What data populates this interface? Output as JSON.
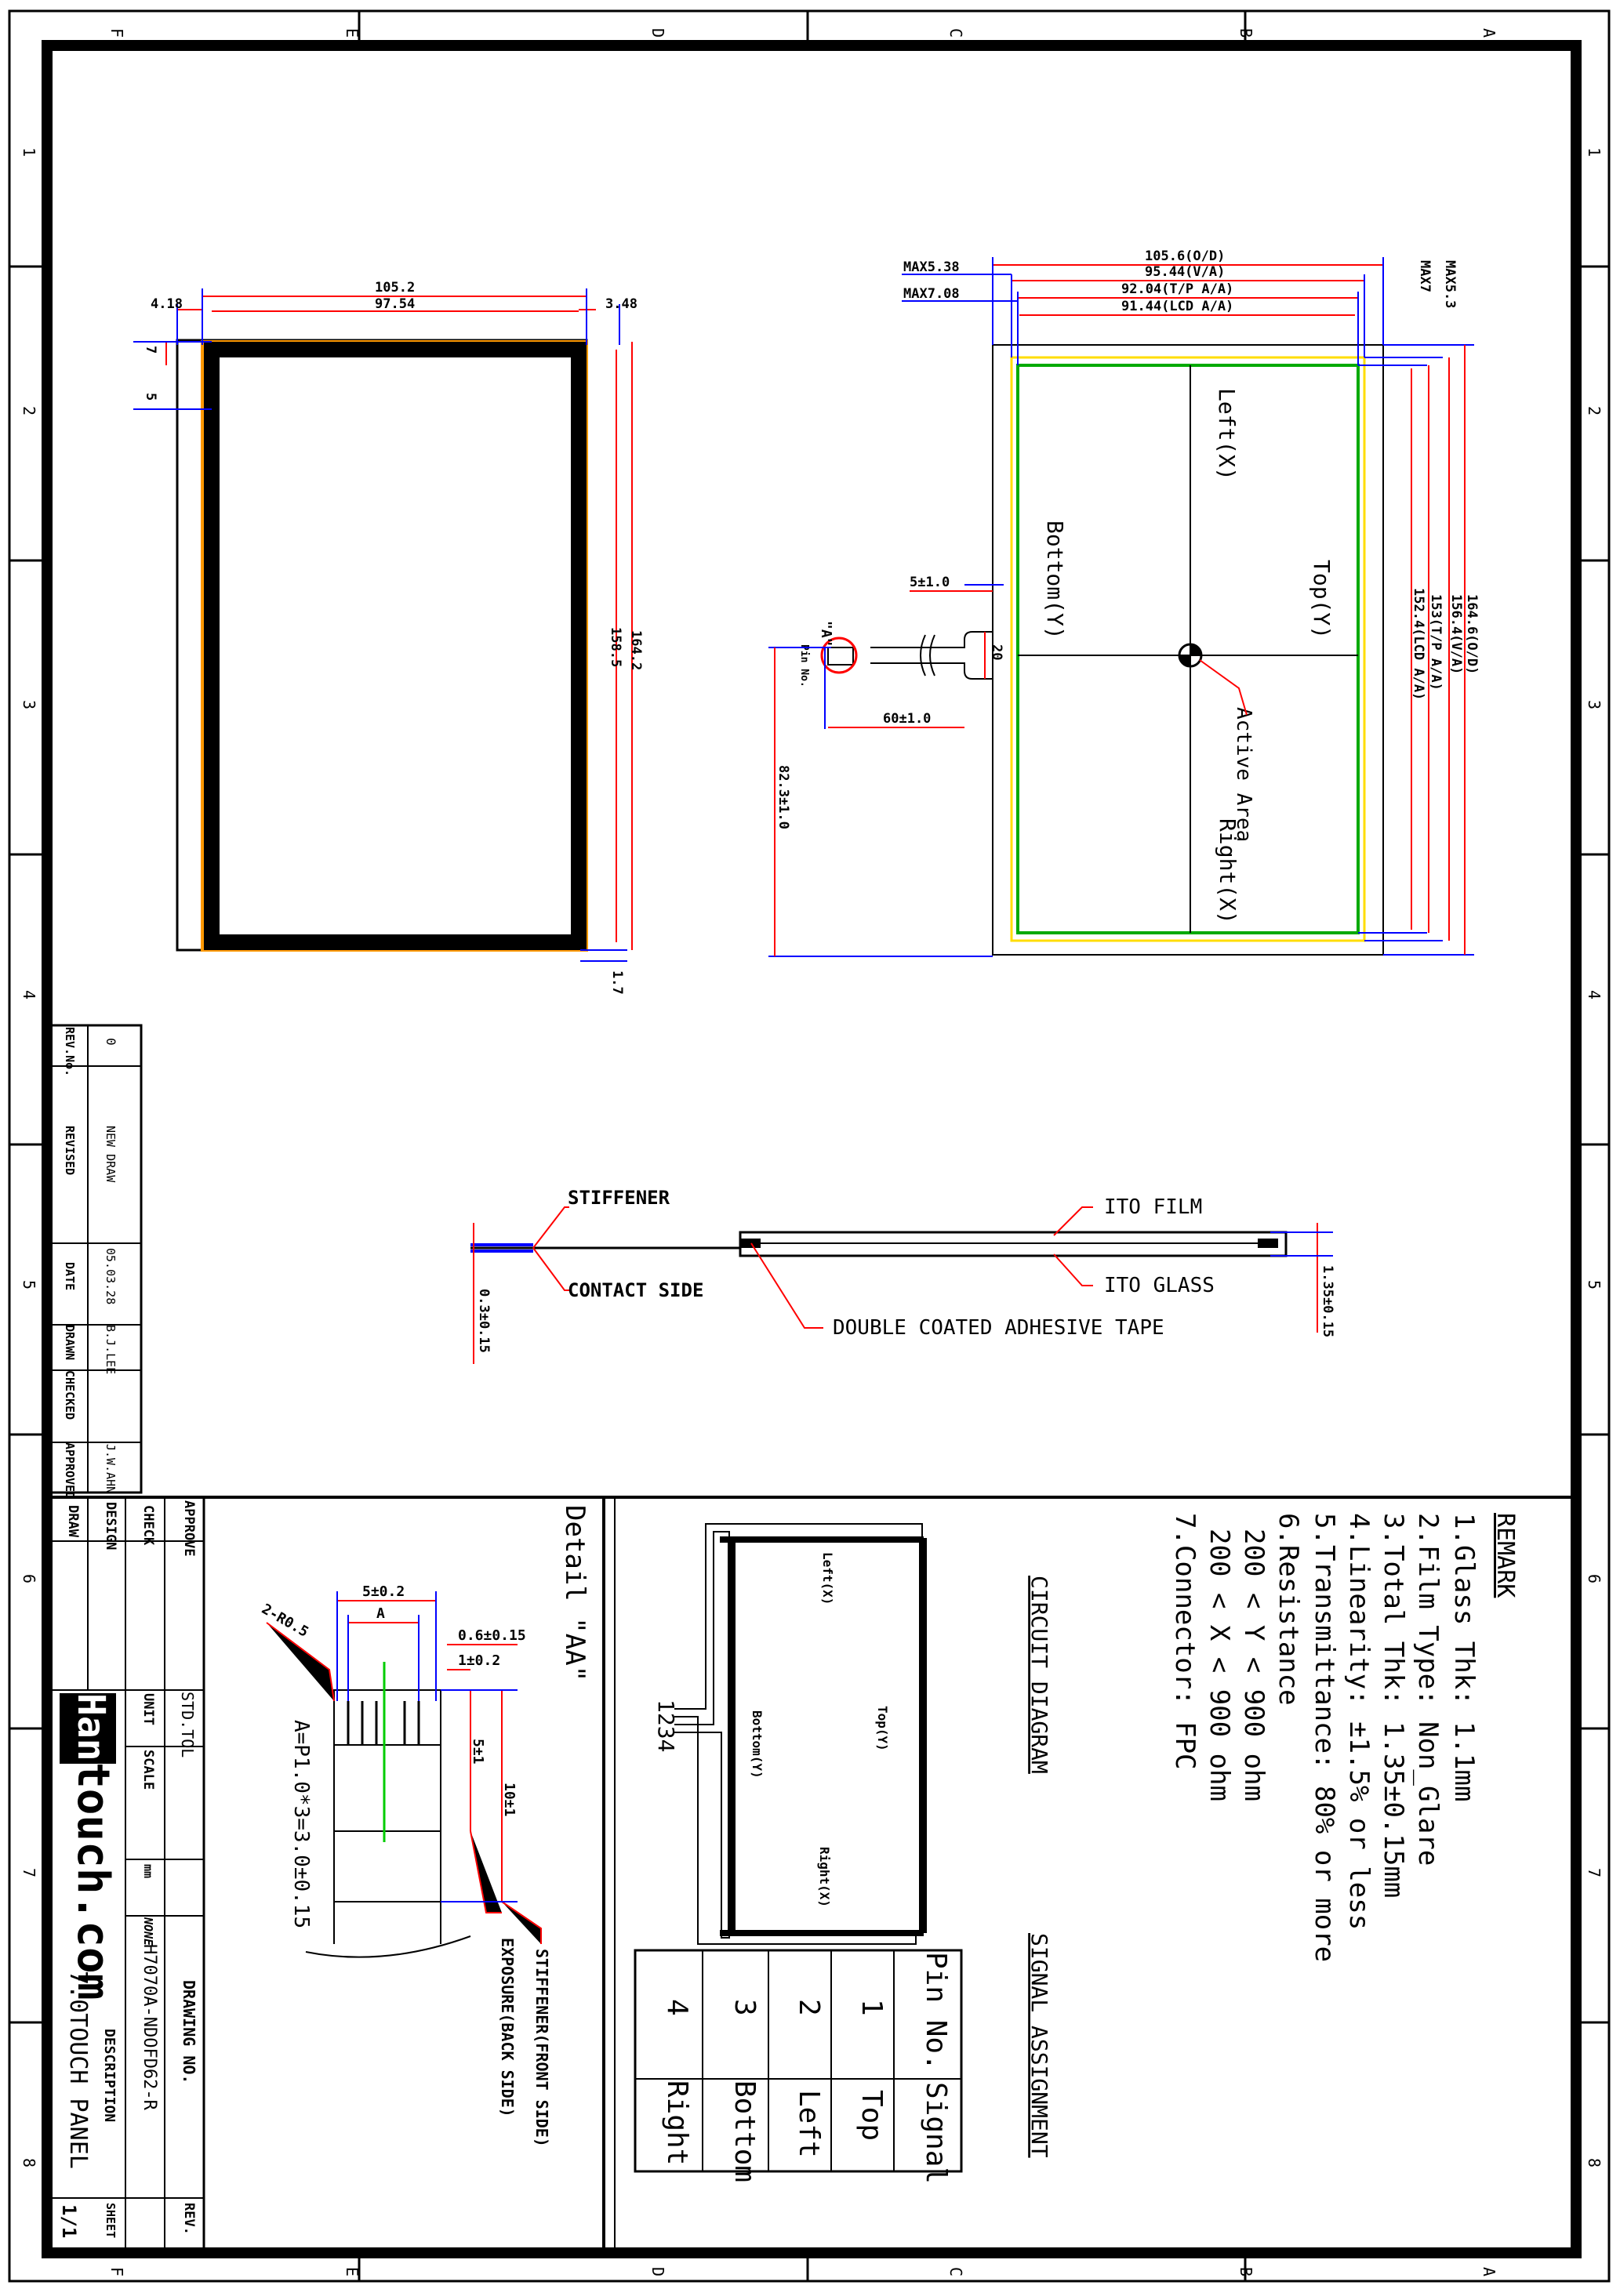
{
  "frame": {
    "top_letters": [
      "F",
      "E",
      "D",
      "C",
      "B",
      "A"
    ],
    "side_numbers": [
      "1",
      "2",
      "3",
      "4",
      "5",
      "6",
      "7",
      "8"
    ]
  },
  "front_view": {
    "dims": {
      "total_width": "105.2",
      "inner_width": "97.54",
      "left_margin": "4.18",
      "right_margin": "3.48",
      "top_a": "7",
      "top_b": "5",
      "height_inner": "158.5",
      "height_total": "164.2",
      "bottom": "1.7"
    }
  },
  "panel_view": {
    "dims": {
      "od_w": "105.6(O/D)",
      "va_w": "95.44(V/A)",
      "tp_w": "92.04(T/P A/A)",
      "lcd_w": "91.44(LCD A/A)",
      "max_a": "MAX5.38",
      "max_b": "MAX7.08",
      "max_c": "MAX7",
      "max_d": "MAX5.3",
      "od_h": "164.6(O/D)",
      "va_h": "156.4(V/A)",
      "tp_h": "153(T/P A/A)",
      "lcd_h": "152.4(LCD A/A)",
      "tail_5": "5±1.0",
      "tail_20": "20",
      "tail_60": "60±1.0",
      "tail_82": "82.3±1.0"
    },
    "labels": {
      "left": "Left(X)",
      "right": "Right(X)",
      "top": "Top(Y)",
      "bottom": "Bottom(Y)",
      "active": "Active Area",
      "detail_mark": "\"A\"",
      "pin_no": "Pin No."
    }
  },
  "side_view": {
    "stiffener": "STIFFENER",
    "contact_side": "CONTACT SIDE",
    "ito_film": "ITO FILM",
    "ito_glass": "ITO GLASS",
    "tape": "DOUBLE COATED ADHESIVE TAPE",
    "thk_fpc": "0.3±0.15",
    "thk_panel": "1.35±0.15"
  },
  "revision_table": {
    "headers": [
      "REV.No.",
      "REVISED",
      "DATE",
      "DRAWN",
      "CHECKED",
      "APPROVED"
    ],
    "row": [
      "0",
      "NEW DRAW",
      "05.03.28",
      "B.J.LEE",
      "",
      "J.W.AHN"
    ]
  },
  "remark": {
    "title": "REMARK",
    "lines": [
      "1.Glass Thk: 1.1mm",
      "2.Film Type: Non_Glare",
      "3.Total Thk: 1.35±0.15mm",
      "4.Linearity: ±1.5% or less",
      "5.Transmittance: 80% or more",
      "6.Resistance",
      "  200 < Y < 900 ohm",
      "  200 < X < 900 ohm",
      "7.Connector: FPC"
    ]
  },
  "circuit": {
    "title": "CIRCUIT DIAGRAM",
    "top": "Top(Y)",
    "bottom": "Bottom(Y)",
    "left": "Left(X)",
    "right": "Right(X)",
    "pins": "1234"
  },
  "signal": {
    "title": "SIGNAL ASSIGNMENT",
    "headers": [
      "Pin No.",
      "Signal"
    ],
    "rows": [
      [
        "1",
        "Top"
      ],
      [
        "2",
        "Left"
      ],
      [
        "3",
        "Bottom"
      ],
      [
        "4",
        "Right"
      ]
    ]
  },
  "detail": {
    "title": "Detail \"AA\"",
    "d_5": "5±0.2",
    "d_A": "A",
    "d_06": "0.6±0.15",
    "d_1": "1±0.2",
    "d_r": "2-R0.5",
    "d_5b": "5±1",
    "d_10": "10±1",
    "formula": "A=P1.0*3=3.0±0.15",
    "stiffener_front": "STIFFENER(FRONT SIDE)",
    "exposure_back": "EXPOSURE(BACK SIDE)"
  },
  "title_block": {
    "approve": "APPROVE",
    "check": "CHECK",
    "design": "DESIGN",
    "draw": "DRAW",
    "std_tol": "STD.TOL",
    "unit_label": "UNIT",
    "unit_value": "mm",
    "scale_label": "SCALE",
    "scale_value": "NONE",
    "drawing_no_label": "DRAWING NO.",
    "drawing_no": "H7070A-NDOFD62-R",
    "rev_label": "REV.",
    "description_label": "DESCRIPTION",
    "description": "7.0TOUCH PANEL",
    "sheet_label": "SHEET",
    "sheet": "1/1",
    "logo_a": "Han",
    "logo_b": "touch.com"
  }
}
